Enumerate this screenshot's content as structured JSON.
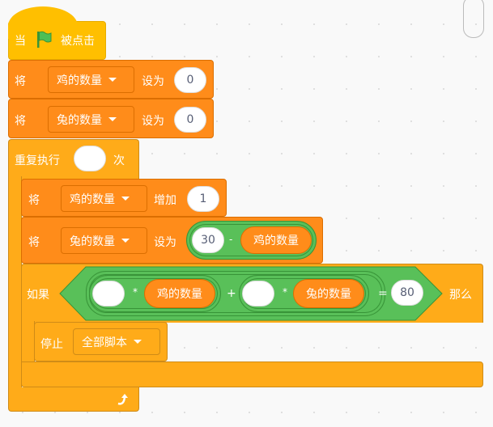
{
  "hat": {
    "when": "当",
    "flag_icon": "green-flag-icon",
    "clicked": "被点击",
    "color": "#FFBF00"
  },
  "set1": {
    "label": "将",
    "variable": "鸡的数量",
    "to": "设为",
    "value": "0"
  },
  "set2": {
    "label": "将",
    "variable": "兔的数量",
    "to": "设为",
    "value": "0"
  },
  "repeat": {
    "label": "重复执行",
    "count": "",
    "times": "次",
    "loop_icon": "loop-arrow-icon"
  },
  "change": {
    "label": "将",
    "variable": "鸡的数量",
    "by": "增加",
    "value": "1"
  },
  "set3": {
    "label": "将",
    "variable": "兔的数量",
    "to": "设为",
    "minuend": "30",
    "minus": "-",
    "subtrahend": "鸡的数量"
  },
  "if": {
    "label": "如果",
    "then": "那么",
    "cond": {
      "a": "",
      "times1": "*",
      "var1": "鸡的数量",
      "plus": "+",
      "b": "",
      "times2": "*",
      "var2": "兔的数量",
      "equals": "=",
      "target": "80"
    }
  },
  "stop": {
    "label": "停止",
    "option": "全部脚本"
  },
  "colors": {
    "variables": "#FF8C1A",
    "control": "#FFAB19",
    "operators": "#59C059"
  }
}
